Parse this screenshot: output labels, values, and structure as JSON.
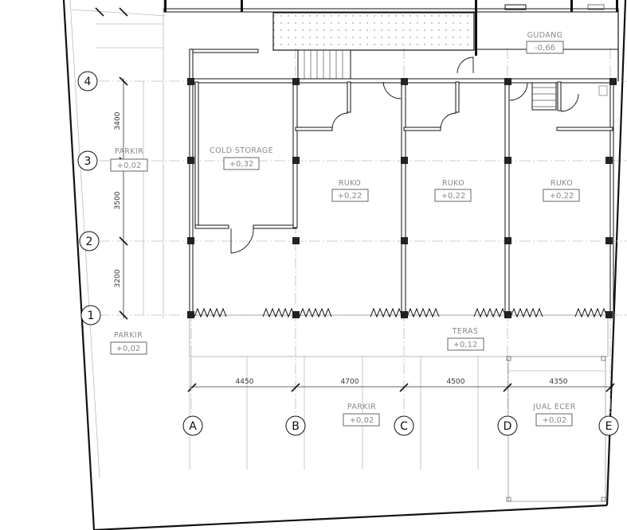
{
  "plan": {
    "rooms": [
      {
        "id": "gudang",
        "name": "GUDANG",
        "level": "-0,66"
      },
      {
        "id": "parkir-top",
        "name": "PARKIR",
        "level": "+0,02"
      },
      {
        "id": "cold-storage",
        "name": "COLD STORAGE",
        "level": "+0,32"
      },
      {
        "id": "ruko-1",
        "name": "RUKO",
        "level": "+0,22"
      },
      {
        "id": "ruko-2",
        "name": "RUKO",
        "level": "+0,22"
      },
      {
        "id": "ruko-3",
        "name": "RUKO",
        "level": "+0,22"
      },
      {
        "id": "parkir-left",
        "name": "PARKIR",
        "level": "+0,02"
      },
      {
        "id": "teras",
        "name": "TERAS",
        "level": "+0,12"
      },
      {
        "id": "parkir-bottom",
        "name": "PARKIR",
        "level": "+0,02"
      },
      {
        "id": "jual-ecer",
        "name": "JUAL ECER",
        "level": "+0,02"
      }
    ],
    "gridRows": [
      "4",
      "3",
      "2",
      "1"
    ],
    "gridCols": [
      "A",
      "B",
      "C",
      "D",
      "E"
    ],
    "rowDims": [
      "3400",
      "3500",
      "3200"
    ],
    "colDims": [
      "4450",
      "4700",
      "4500",
      "4350"
    ]
  }
}
